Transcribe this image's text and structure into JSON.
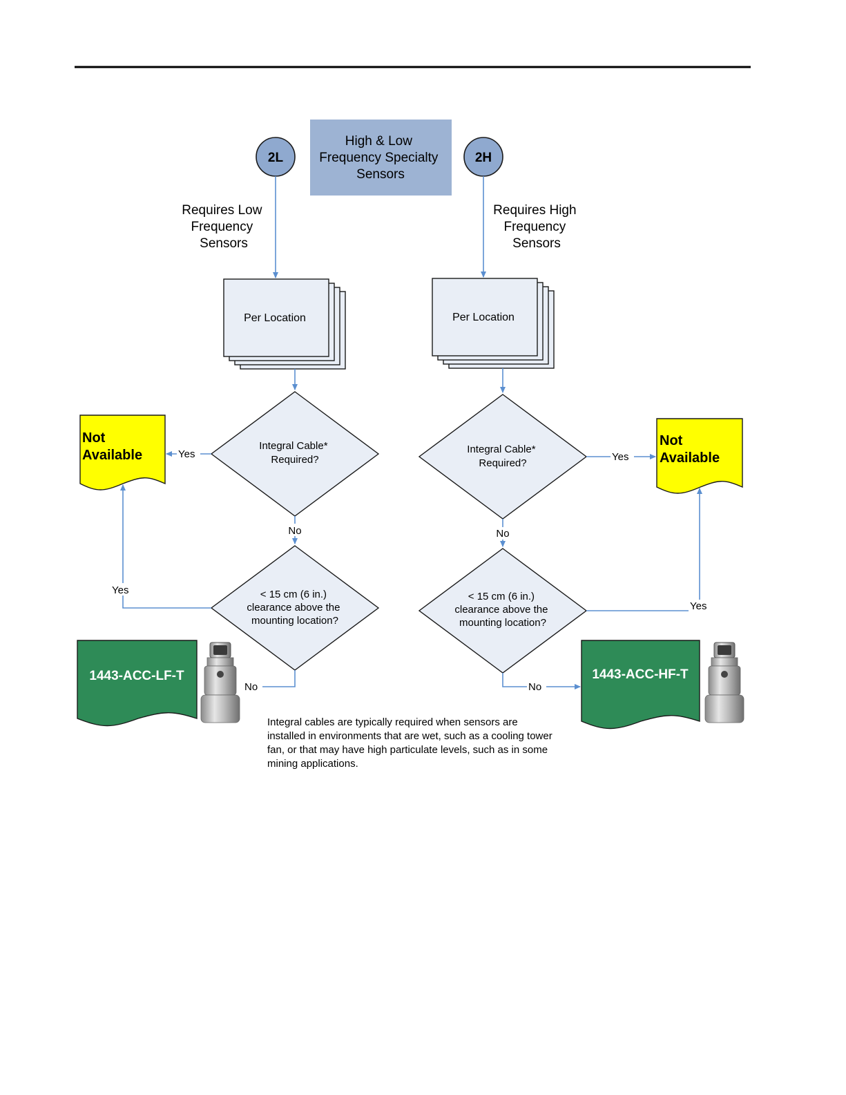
{
  "title": {
    "line1": "High & Low",
    "line2": "Frequency Specialty",
    "line3": "Sensors",
    "fill": "#9db3d3"
  },
  "colors": {
    "connector_circle": "#8fa9cf",
    "process_fill": "#e9eef6",
    "decision_fill": "#e9eef6",
    "not_available": "#ffff00",
    "product": "#2e8b57",
    "arrow": "#5b8fd0"
  },
  "low": {
    "connector": "2L",
    "requirement": [
      "Requires Low",
      "Frequency",
      "Sensors"
    ],
    "process": "Per Location",
    "decision1": [
      "Integral Cable*",
      "Required?"
    ],
    "decision2": [
      "< 15 cm (6 in.)",
      "clearance above the",
      "mounting location?"
    ],
    "yes1": "Yes",
    "yes2": "Yes",
    "no1": "No",
    "no2": "No",
    "not_available": [
      "Not",
      "Available"
    ],
    "product": "1443-ACC-LF-T",
    "sensor_image": "accelerometer-sensor"
  },
  "high": {
    "connector": "2H",
    "requirement": [
      "Requires High",
      "Frequency",
      "Sensors"
    ],
    "process": "Per Location",
    "decision1": [
      "Integral Cable*",
      "Required?"
    ],
    "decision2": [
      "< 15 cm (6 in.)",
      "clearance above the",
      "mounting location?"
    ],
    "yes1": "Yes",
    "yes2": "Yes",
    "no1": "No",
    "no2": "No",
    "not_available": [
      "Not",
      "Available"
    ],
    "product": "1443-ACC-HF-T",
    "sensor_image": "accelerometer-sensor"
  },
  "footnote": "Integral cables are typically required when sensors are installed in environments that are wet, such as a cooling tower fan, or that may have high particulate levels, such as in some mining applications."
}
